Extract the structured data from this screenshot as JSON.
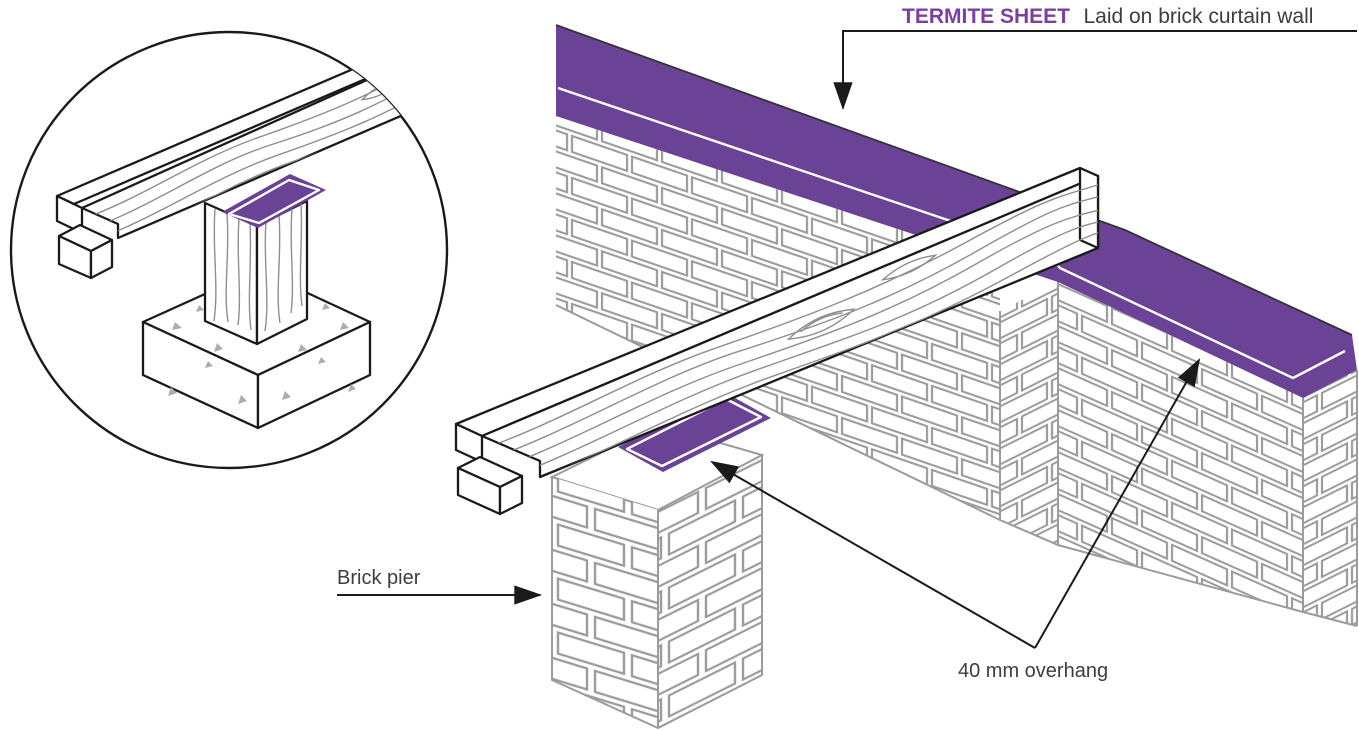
{
  "diagram": {
    "title": {
      "highlight": "TERMITE SHEET",
      "rest": "Laid on brick curtain wall"
    },
    "labels": {
      "brick_pier": "Brick pier",
      "overhang": "40 mm overhang"
    },
    "colors": {
      "sheet_purple": "#6A4296",
      "title_purple": "#7B3FA3",
      "text": "#3D3D3D",
      "brick_line": "#9B9B9B",
      "outline": "#1A1A1A",
      "speckle": "#ADADAD"
    },
    "components": [
      "termite-sheet",
      "brick-curtain-wall",
      "brick-pier",
      "pier-termite-cap",
      "timber-bearer",
      "timber-post",
      "concrete-footing",
      "detail-inset-circle"
    ]
  }
}
